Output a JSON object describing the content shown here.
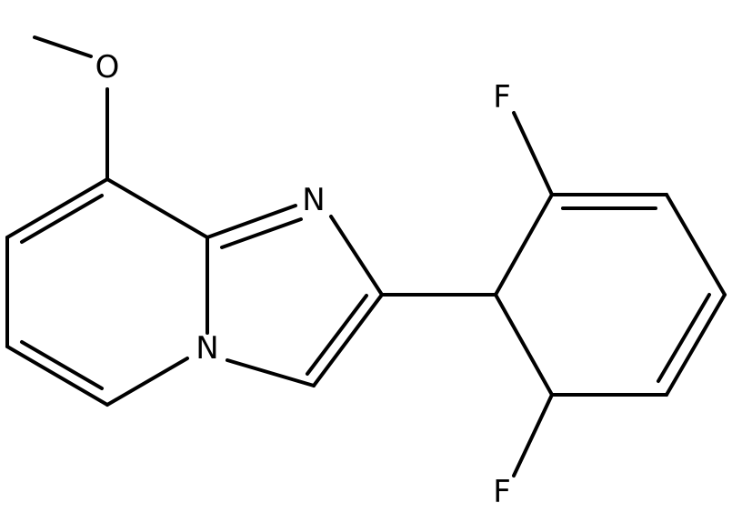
{
  "atoms": {
    "oxygen": "O",
    "nitrogen_imine": "N",
    "nitrogen_bridge": "N",
    "fluorine_top": "F",
    "fluorine_bottom": "F"
  },
  "colors": {
    "bond": "#000000",
    "label": "#000000",
    "background": "#ffffff"
  }
}
